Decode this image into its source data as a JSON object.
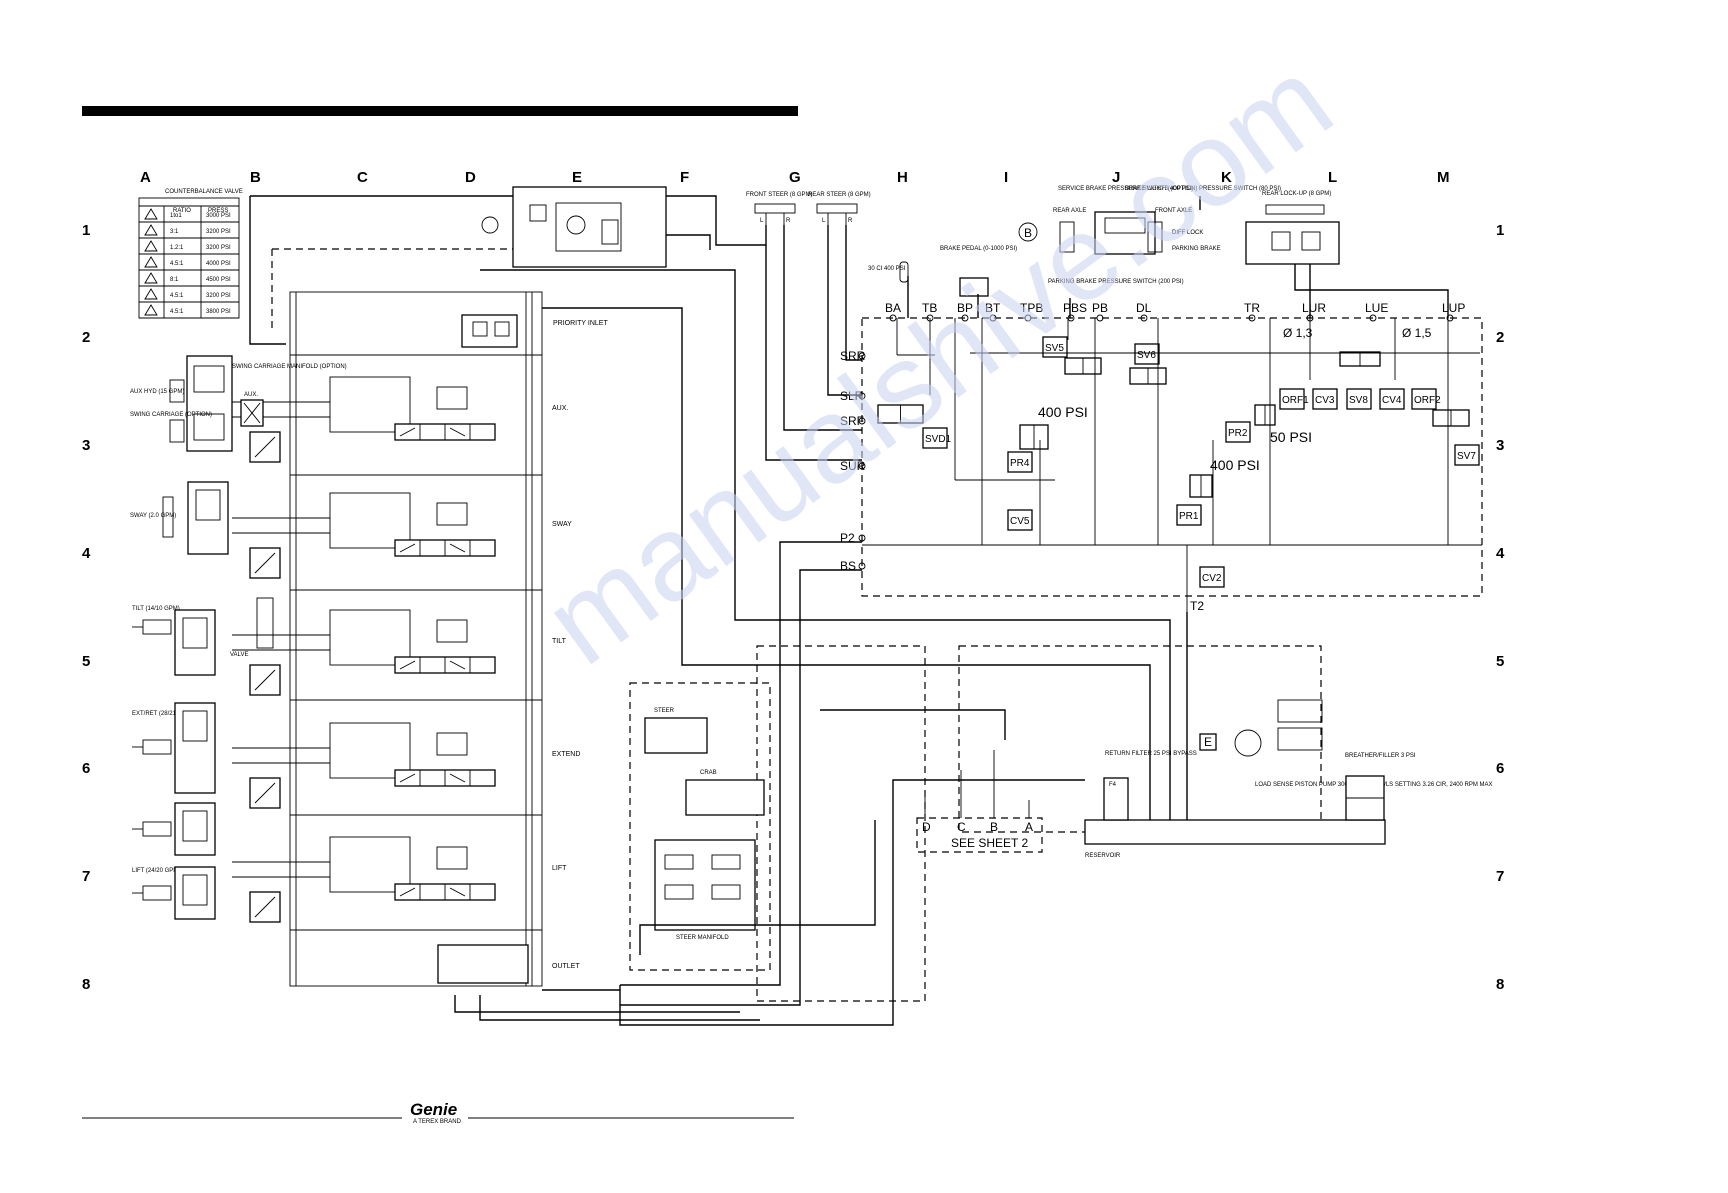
{
  "grid": {
    "columns": [
      "A",
      "B",
      "C",
      "D",
      "E",
      "F",
      "G",
      "H",
      "I",
      "J",
      "K",
      "L",
      "M"
    ],
    "rows": [
      "1",
      "2",
      "3",
      "4",
      "5",
      "6",
      "7",
      "8"
    ]
  },
  "legend_table": {
    "title": "COUNTERBALANCE VALVE",
    "headers": [
      "RATIO",
      "PRESS"
    ],
    "rows": [
      [
        "1to1",
        "3000 PSI"
      ],
      [
        "3:1",
        "3200 PSI"
      ],
      [
        "1.2:1",
        "3200 PSI"
      ],
      [
        "4.5:1",
        "4000 PSI"
      ],
      [
        "8:1",
        "4500 PSI"
      ],
      [
        "4.5:1",
        "3200 PSI"
      ],
      [
        "4.5:1",
        "3800 PSI"
      ]
    ]
  },
  "left_manifold": {
    "priority_inlet": "PRIORITY INLET",
    "sections": [
      "AUX.",
      "SWAY",
      "TILT",
      "EXTEND",
      "LIFT",
      "OUTLET"
    ],
    "cylinders": [
      "AUX HYD (15 GPM)",
      "SWING CARRIAGE (OPTION)",
      "SWAY (2.0 GPM)",
      "TILT (14/10 GPM)",
      "EXT/RET (28/21 GPM)",
      "LIFT (24/20 GPM)"
    ],
    "swing_manifold": "SWING CARRIAGE MANIFOLD (OPTION)",
    "aux_label": "AUX.",
    "valve_label": "VALVE"
  },
  "steering": {
    "front": "FRONT STEER (8 GPM)",
    "rear": "REAR STEER (8 GPM)",
    "front_ports": [
      "L",
      "R"
    ],
    "rear_ports": [
      "L",
      "R"
    ]
  },
  "top_center": {
    "service_brake": "SERVICE BRAKE PRESSURE SWITCH (400 PSI)",
    "brake_lights": "BRAKE LIGHTS (OPTION) PRESSURE SWITCH (80 PSI)",
    "rear_axle": "REAR AXLE",
    "front_axle": "FRONT AXLE",
    "parking_brake": "PARKING BRAKE",
    "diff_lock": "DIFF LOCK",
    "parking_brake_switch": "PARKING BRAKE PRESSURE SWITCH (200 PSI)",
    "brake_pedal": "BRAKE PEDAL (0-1000 PSI)",
    "accumulator": "30 CI 400 PSI",
    "marker": "B",
    "rear_lockup": "REAR LOCK-UP (8 GPM)"
  },
  "brake_manifold": {
    "top_ports": [
      "BA",
      "TB",
      "BP",
      "BT",
      "TPB",
      "PBS",
      "PB",
      "DL",
      "TR",
      "LUR",
      "LUE",
      "LUP"
    ],
    "left_ports": [
      "SRR",
      "SLR",
      "SRF",
      "SUR",
      "P2",
      "BS"
    ],
    "bottom_port": "T2",
    "components": [
      "SV5",
      "SV6",
      "SVD1",
      "PR4",
      "CV5",
      "PR1",
      "PR2",
      "CV2",
      "ORF1",
      "CV3",
      "SV8",
      "CV4",
      "ORF2",
      "SV7"
    ],
    "pressures": [
      "400 PSI",
      "400 PSI",
      "50 PSI"
    ],
    "orifices": [
      "Ø 1,3",
      "Ø 1,5"
    ]
  },
  "steer_manifold": {
    "title": "STEER MANIFOLD",
    "labels": [
      "STEER",
      "CRAB"
    ]
  },
  "sheet2": {
    "ports": [
      "D",
      "C",
      "B",
      "A"
    ],
    "label": "SEE SHEET 2"
  },
  "pump": {
    "return_filter": "RETURN FILTER 25 PSI BYPASS",
    "filter_tag": "F4",
    "pump_label": "LOAD SENSE PISTON PUMP 3000/450 PSI PC/LS SETTING 3.26 CIR, 2400 RPM MAX",
    "breather": "BREATHER/FILLER 3 PSI",
    "reservoir": "RESERVOIR",
    "e_tag": "E"
  },
  "footer": {
    "logo": "Genie",
    "tagline": "A TEREX BRAND"
  },
  "watermark": "manualshive.com"
}
